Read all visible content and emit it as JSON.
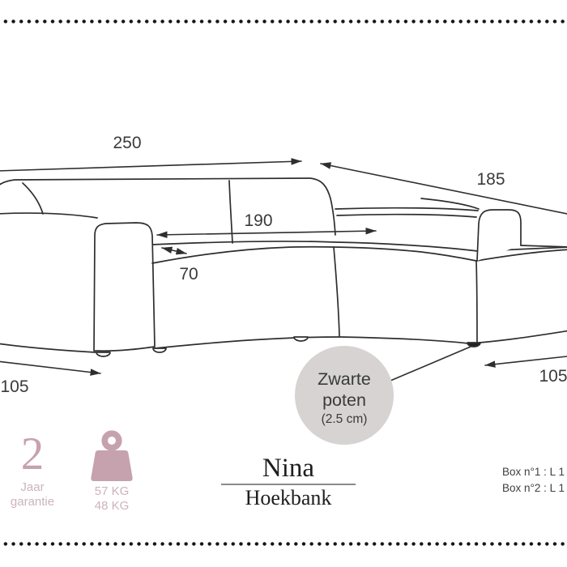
{
  "colors": {
    "line": "#2e2e2e",
    "dim_text": "#3a3a3a",
    "circle_fill": "#d6d3d2",
    "accent_pink": "#c6a2ae",
    "accent_pink_light": "#cdb3bd"
  },
  "dimensions": {
    "total_width": "250",
    "chaise_depth": "185",
    "inner_width": "190",
    "seat_width": "70",
    "left_depth": "105",
    "right_depth": "105"
  },
  "legs_callout": {
    "line1": "Zwarte",
    "line2": "poten",
    "line3": "(2.5 cm)"
  },
  "footer": {
    "warranty": {
      "value": "2",
      "label_line1": "Jaar",
      "label_line2": "garantie"
    },
    "weight": {
      "line1": "57 KG",
      "line2": "48 KG"
    },
    "product": {
      "name": "Nina",
      "category": "Hoekbank"
    },
    "boxes": {
      "box1": "Box n°1 : L 1",
      "box2": "Box n°2 : L 1"
    }
  }
}
